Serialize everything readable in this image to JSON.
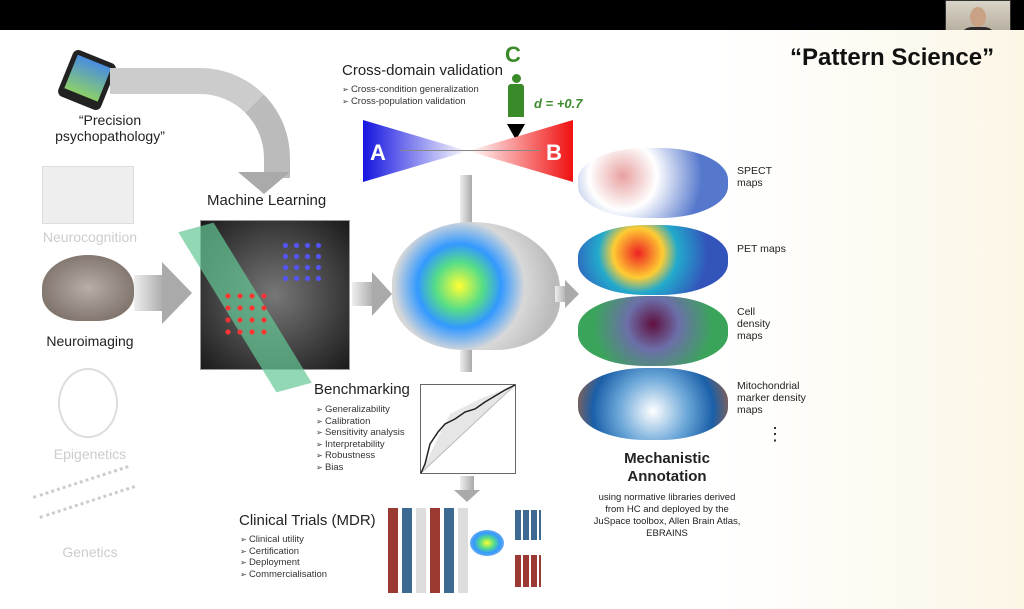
{
  "slide": {
    "title": "“Pattern Science”",
    "left_column": {
      "precision": "“Precision psychopathology”",
      "items": [
        "Neurocognition",
        "Neuroimaging",
        "Epigenetics",
        "Genetics"
      ]
    },
    "machine_learning": "Machine Learning",
    "cross_domain": {
      "heading": "Cross-domain validation",
      "bullets": [
        "Cross-condition generalization",
        "Cross-population validation"
      ],
      "label_a": "A",
      "label_b": "B",
      "label_c": "C",
      "effect": "d = +0.7"
    },
    "benchmarking": {
      "heading": "Benchmarking",
      "bullets": [
        "Generalizability",
        "Calibration",
        "Sensitivity analysis",
        "Interpretability",
        "Robustness",
        "Bias"
      ]
    },
    "clinical": {
      "heading": "Clinical Trials (MDR)",
      "bullets": [
        "Clinical utility",
        "Certification",
        "Deployment",
        "Commercialisation"
      ]
    },
    "maps": [
      "SPECT maps",
      "PET maps",
      "Cell density maps",
      "Mitochondrial marker density maps"
    ],
    "ellipsis": "⋮",
    "annotation": {
      "heading": "Mechanistic Annotation",
      "text": "using normative libraries derived from HC and deployed by the JuSpace toolbox, Allen Brain Atlas, EBRAINS"
    }
  }
}
